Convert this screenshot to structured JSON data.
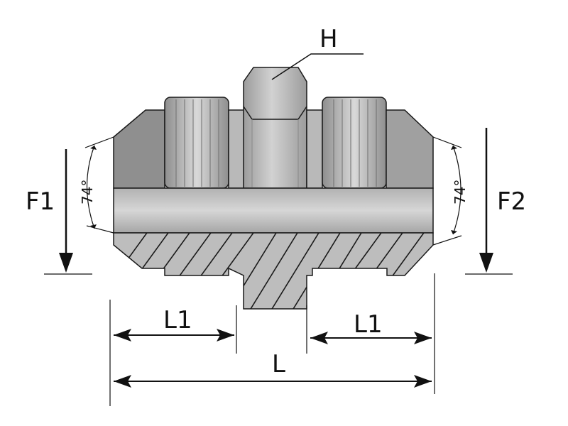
{
  "diagram": {
    "labels": {
      "hex": "H",
      "force_left": "F1",
      "force_right": "F2",
      "angle_left": "74°",
      "angle_right": "74°",
      "length_left": "L1",
      "length_right": "L1",
      "length_total": "L"
    },
    "colors": {
      "metal_light": "#c4c4c4",
      "metal_mid": "#a8a8a8",
      "metal_dark": "#7a7a7a",
      "outline": "#1a1a1a",
      "background": "#ffffff"
    }
  }
}
